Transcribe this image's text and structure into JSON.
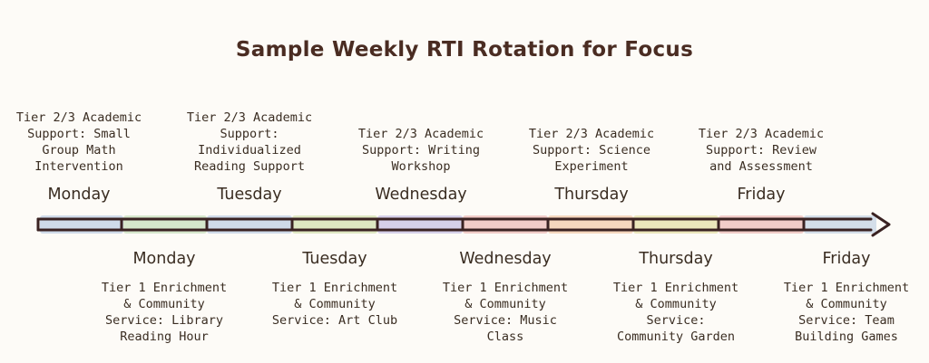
{
  "title": "Sample Weekly RTI Rotation for Focus",
  "top": [
    {
      "day": "Monday",
      "lines": [
        "Tier 2/3 Academic",
        "Support: Small",
        "Group Math",
        "Intervention"
      ]
    },
    {
      "day": "Tuesday",
      "lines": [
        "Tier 2/3 Academic",
        "Support:",
        "Individualized",
        "Reading Support"
      ]
    },
    {
      "day": "Wednesday",
      "lines": [
        "Tier 2/3 Academic",
        "Support: Writing",
        "Workshop"
      ]
    },
    {
      "day": "Thursday",
      "lines": [
        "Tier 2/3 Academic",
        "Support: Science",
        "Experiment"
      ]
    },
    {
      "day": "Friday",
      "lines": [
        "Tier 2/3 Academic",
        "Support: Review",
        "and Assessment"
      ]
    }
  ],
  "bottom": [
    {
      "day": "Monday",
      "lines": [
        "Tier 1 Enrichment",
        "& Community",
        "Service: Library",
        "Reading Hour"
      ]
    },
    {
      "day": "Tuesday",
      "lines": [
        "Tier 1 Enrichment",
        "& Community",
        "Service: Art Club"
      ]
    },
    {
      "day": "Wednesday",
      "lines": [
        "Tier 1 Enrichment",
        "& Community",
        "Service: Music",
        "Class"
      ]
    },
    {
      "day": "Thursday",
      "lines": [
        "Tier 1 Enrichment",
        "& Community",
        "Service:",
        "Community Garden"
      ]
    },
    {
      "day": "Friday",
      "lines": [
        "Tier 1 Enrichment",
        "& Community",
        "Service: Team",
        "Building Games"
      ]
    }
  ],
  "colors": {
    "arrow": "#3a2222",
    "segments": [
      "#c7d3e6",
      "#cfe3c4",
      "#c7d3e6",
      "#d8e3b8",
      "#cfc8e6",
      "#efc3c0",
      "#f3d0b4",
      "#e8e2b0",
      "#efc3c0",
      "#cdd8e6"
    ]
  }
}
